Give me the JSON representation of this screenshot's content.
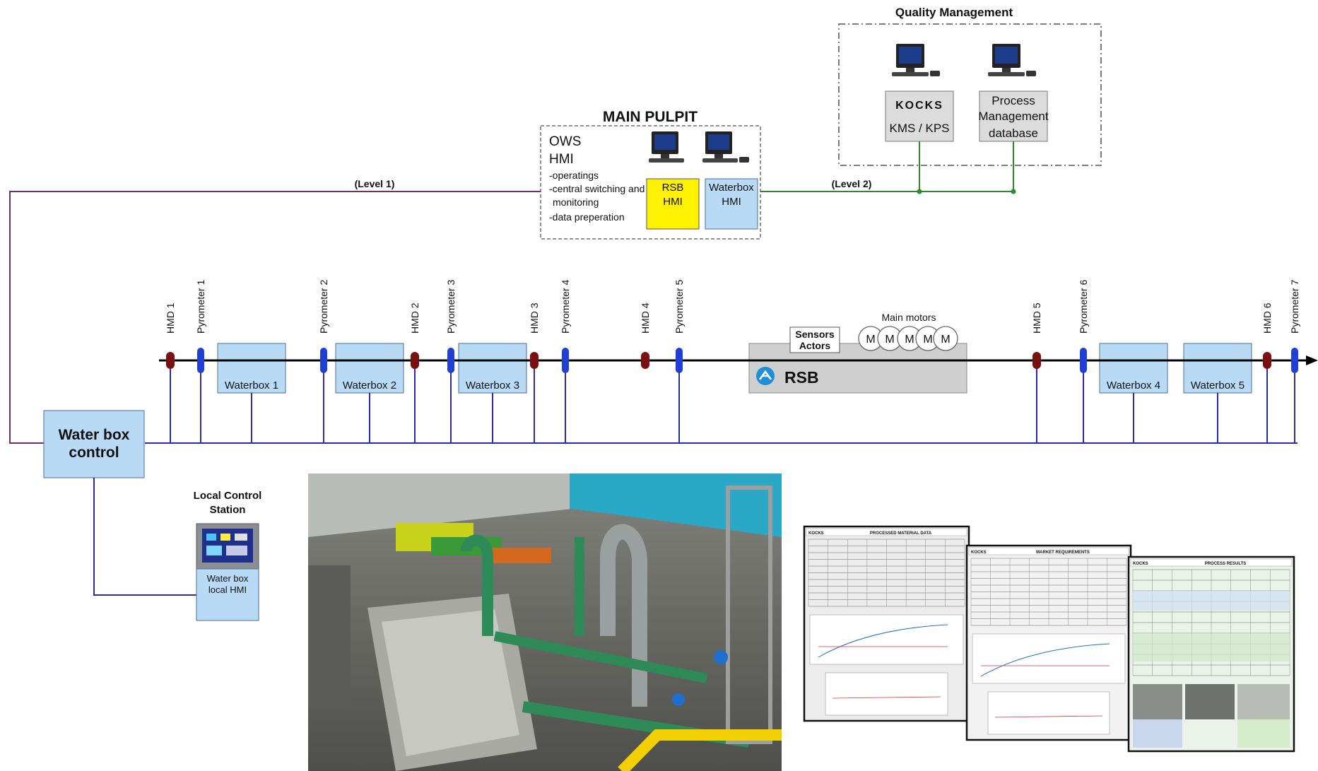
{
  "quality_management": {
    "title": "Quality Management",
    "kocks_brand": "KOCKS",
    "kocks_sub": "KMS / KPS",
    "process_db": [
      "Process",
      "Management",
      "database"
    ]
  },
  "main_pulpit": {
    "title": "MAIN PULPIT",
    "ows": "OWS",
    "hmi": "HMI",
    "bullets": [
      "-operatings",
      "-central switching and",
      "monitoring",
      "-data preperation"
    ],
    "rsb_hmi": [
      "RSB",
      "HMI"
    ],
    "waterbox_hmi": [
      "Waterbox",
      "HMI"
    ]
  },
  "levels": {
    "level1": "(Level  1)",
    "level2": "(Level  2)"
  },
  "water_box_control": [
    "Water box",
    "control"
  ],
  "local_control": {
    "title": [
      "Local Control",
      "Station"
    ],
    "hmi": [
      "Water box",
      "local HMI"
    ]
  },
  "line": {
    "sensors": [
      {
        "label": "HMD 1",
        "kind": "hmd"
      },
      {
        "label": "Pyrometer 1",
        "kind": "pyro"
      },
      {
        "label": "Pyrometer 2",
        "kind": "pyro"
      },
      {
        "label": "HMD 2",
        "kind": "hmd"
      },
      {
        "label": "Pyrometer 3",
        "kind": "pyro"
      },
      {
        "label": "HMD 3",
        "kind": "hmd"
      },
      {
        "label": "Pyrometer 4",
        "kind": "pyro"
      },
      {
        "label": "HMD 4",
        "kind": "hmd"
      },
      {
        "label": "Pyrometer 5",
        "kind": "pyro"
      },
      {
        "label": "HMD 5",
        "kind": "hmd"
      },
      {
        "label": "Pyrometer 6",
        "kind": "pyro"
      },
      {
        "label": "HMD 6",
        "kind": "hmd"
      },
      {
        "label": "Pyrometer 7",
        "kind": "pyro"
      }
    ],
    "waterboxes": [
      "Waterbox 1",
      "Waterbox 2",
      "Waterbox 3",
      "Waterbox 4",
      "Waterbox 5"
    ],
    "rsb": {
      "label": "RSB",
      "sensors_actors": [
        "Sensors",
        "Actors"
      ],
      "main_motors": "Main motors",
      "motor_symbol": "M"
    }
  },
  "reports": [
    {
      "brand": "KOCKS",
      "title": "PROCESSED MATERIAL DATA"
    },
    {
      "brand": "KOCKS",
      "title": "MARKET REQUIREMENTS"
    },
    {
      "brand": "KOCKS",
      "title": "PROCESS RESULTS"
    }
  ],
  "colors": {
    "level1_line": "#7a2a6e",
    "level2_line": "#2b8a2b",
    "bus_line": "#2c2ca8",
    "hmd_marker": "#7a1010",
    "pyro_marker": "#1f3fd6",
    "box_fill": "#b9daf5",
    "rsb_hmi_fill": "#fff200"
  }
}
